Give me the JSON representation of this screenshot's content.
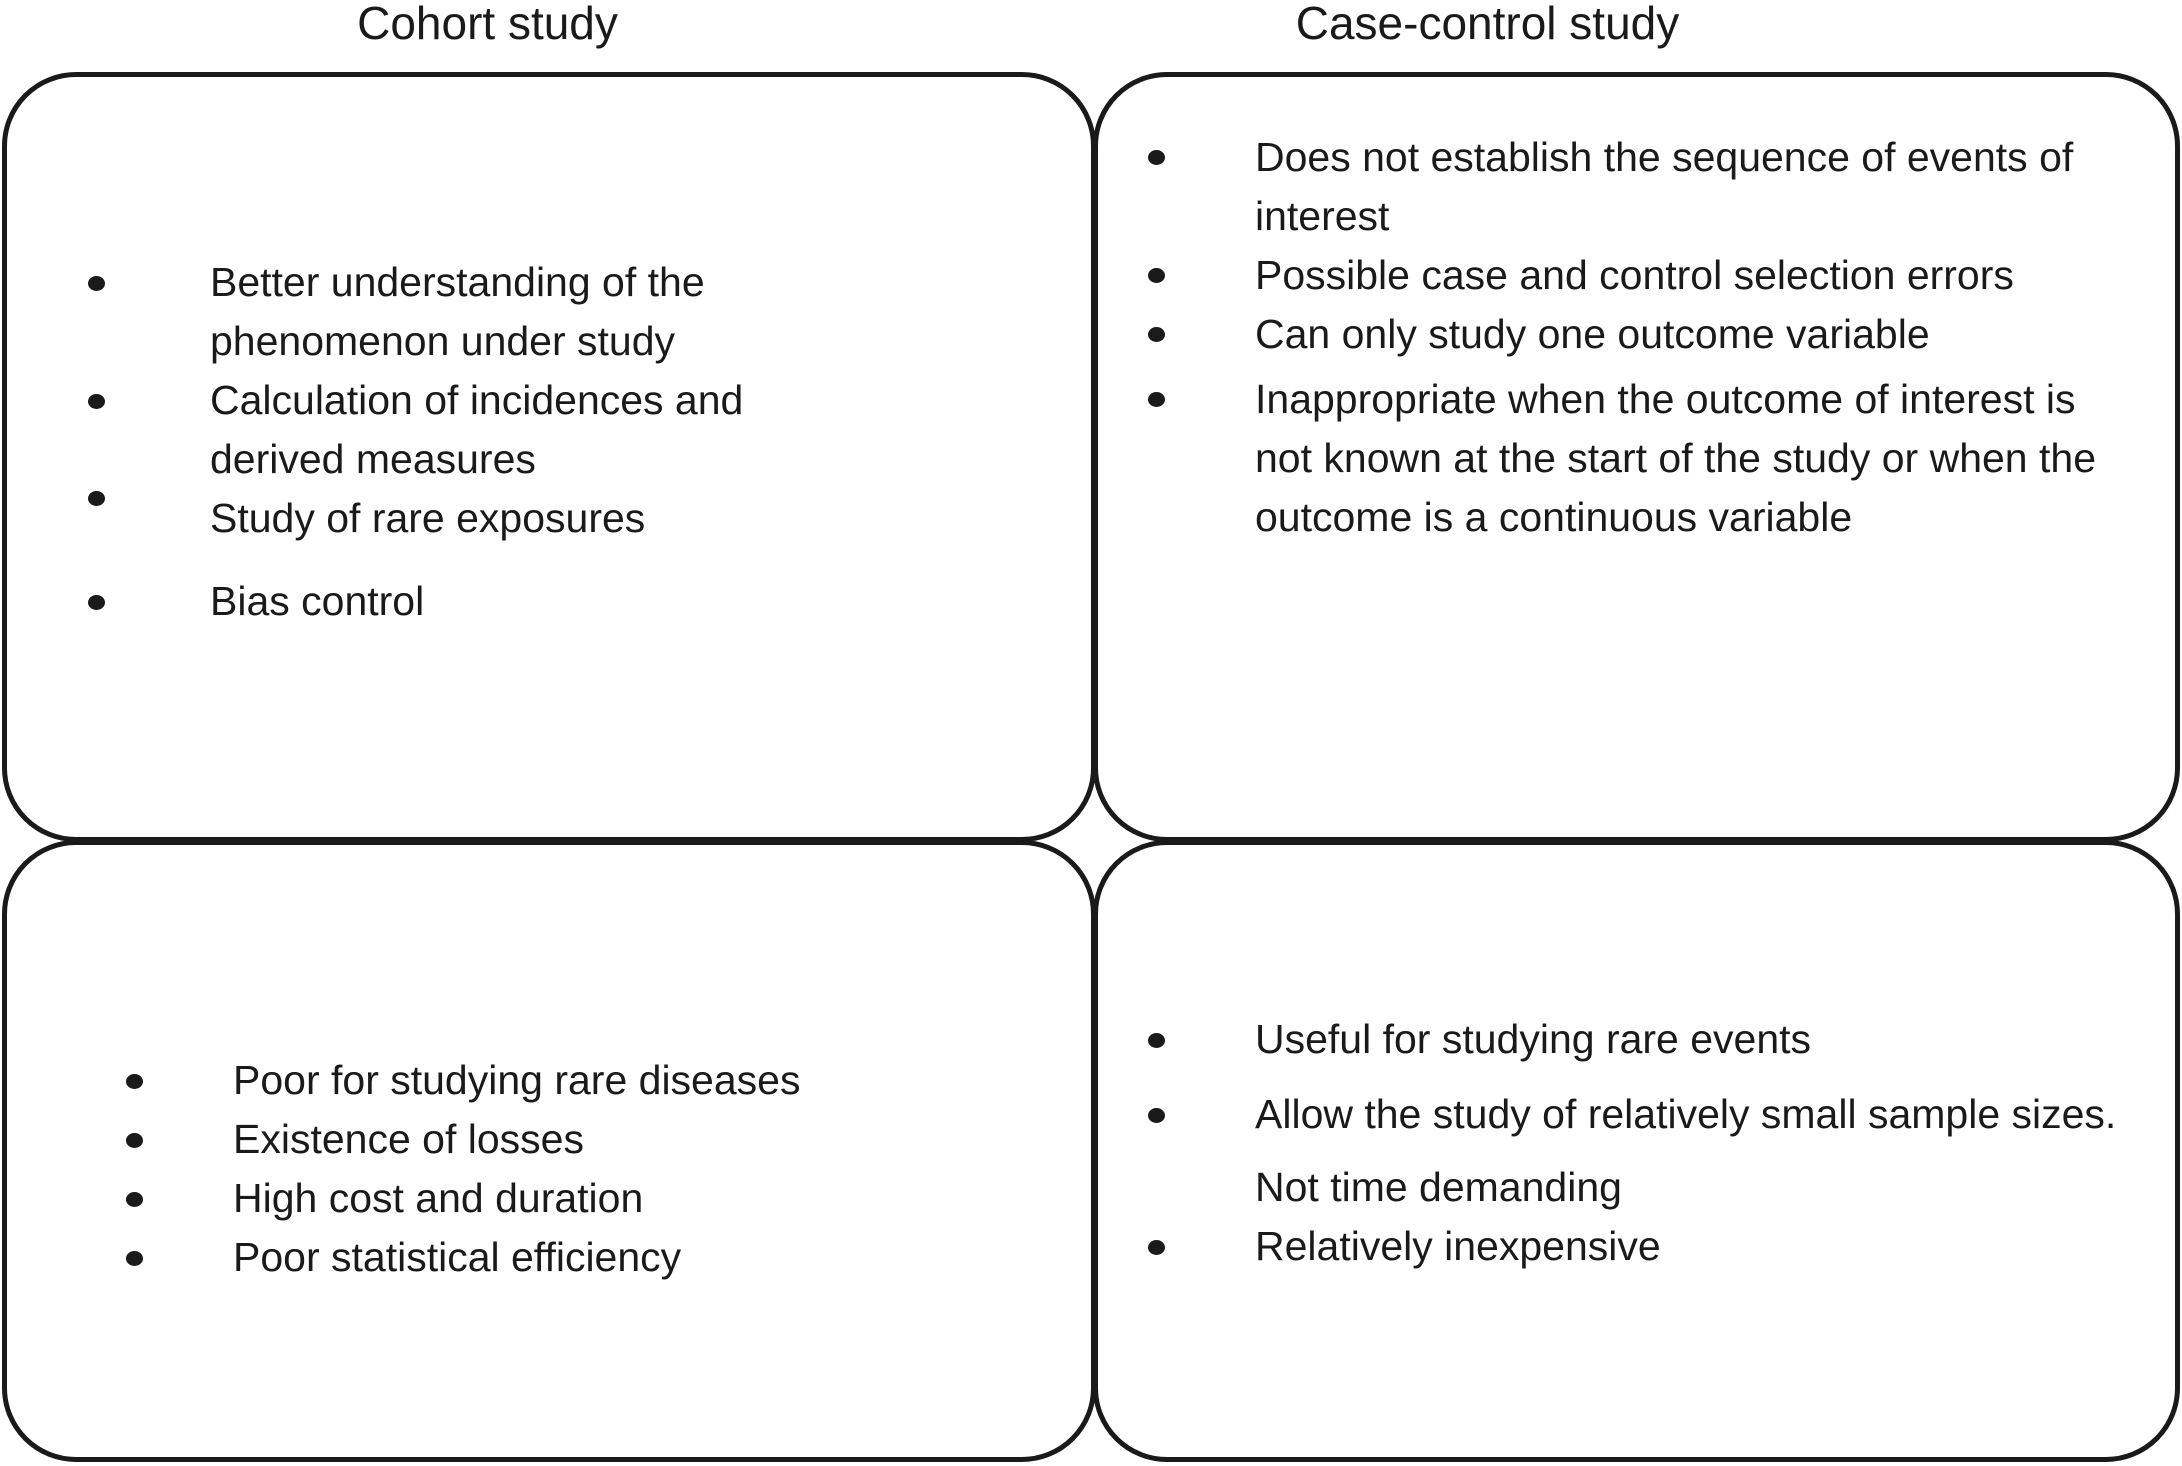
{
  "headings": {
    "left": "Cohort study",
    "right": "Case-control study"
  },
  "colors": {
    "stroke": "#1a1a1a",
    "text": "#1a1a1a",
    "background": "#ffffff"
  },
  "panels": {
    "cohort_advantages": {
      "column": "Cohort study",
      "row": "top",
      "items": [
        {
          "text": "Better understanding of the phenomenon under study",
          "bulleted": true
        },
        {
          "text": "Calculation of incidences and derived measures",
          "bulleted": true
        },
        {
          "text": "Study of rare exposures",
          "bulleted": true
        },
        {
          "text": "Bias control",
          "bulleted": true
        }
      ]
    },
    "casecontrol_disadvantages": {
      "column": "Case-control study",
      "row": "top",
      "items": [
        {
          "text": "Does not establish the sequence of events of interest",
          "bulleted": true
        },
        {
          "text": "Possible case and control selection errors",
          "bulleted": true
        },
        {
          "text": "Can only study one outcome variable",
          "bulleted": true
        },
        {
          "text": "Inappropriate when the outcome of interest is not known at the start of the study or when the outcome is a continuous variable",
          "bulleted": true
        }
      ]
    },
    "cohort_disadvantages": {
      "column": "Cohort study",
      "row": "bottom",
      "items": [
        {
          "text": "Poor for studying rare diseases",
          "bulleted": true
        },
        {
          "text": "Existence of losses",
          "bulleted": true
        },
        {
          "text": "High cost and duration",
          "bulleted": true
        },
        {
          "text": "Poor statistical efficiency",
          "bulleted": true
        }
      ]
    },
    "casecontrol_advantages": {
      "column": "Case-control study",
      "row": "bottom",
      "items": [
        {
          "text": "Useful for studying rare events",
          "bulleted": true
        },
        {
          "text": "Allow the study of relatively small sample sizes.",
          "bulleted": true
        },
        {
          "text": "Not time demanding",
          "bulleted": false
        },
        {
          "text": "Relatively inexpensive",
          "bulleted": true
        }
      ]
    }
  }
}
